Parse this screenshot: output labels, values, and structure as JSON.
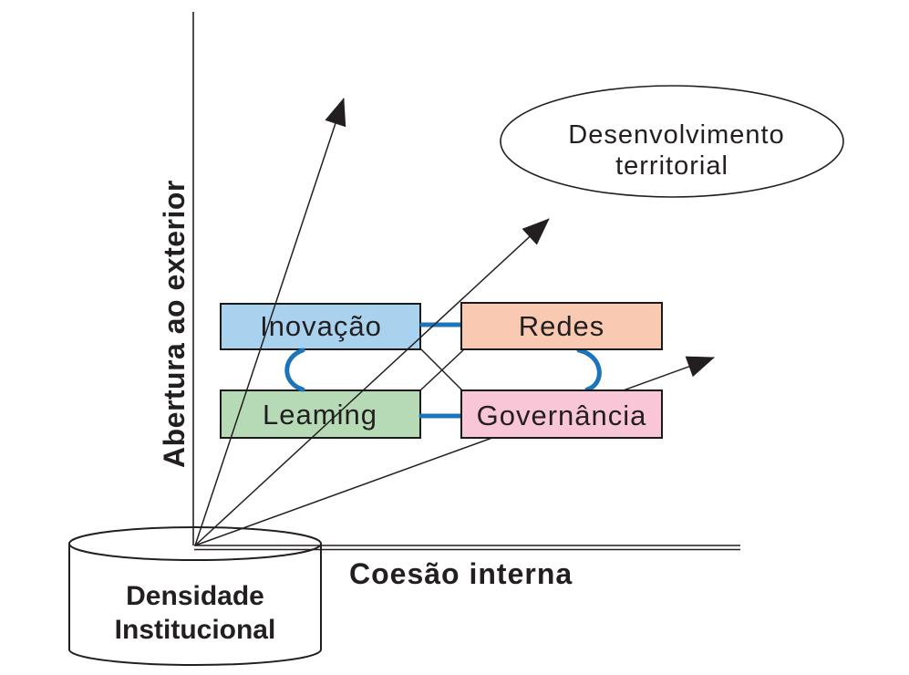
{
  "axes": {
    "y_label": "Abertura ao exterior",
    "x_label": "Coesão interna"
  },
  "target_ellipse": {
    "line1": "Desenvolvimento",
    "line2": "territorial",
    "fill": "#F9F87E"
  },
  "boxes": {
    "inovacao": {
      "label": "Inovação",
      "fill": "#A9D2EE"
    },
    "redes": {
      "label": "Redes",
      "fill": "#F9C9B2"
    },
    "learning": {
      "label": "Leaming",
      "fill": "#B5DAB5"
    },
    "governancia": {
      "label": "Governância",
      "fill": "#F9C6D8"
    }
  },
  "cylinder": {
    "line1": "Densidade",
    "line2": "Institucional",
    "fill": "#F5C189"
  },
  "colors": {
    "connector": "#1C75BB",
    "ink": "#231F20"
  }
}
